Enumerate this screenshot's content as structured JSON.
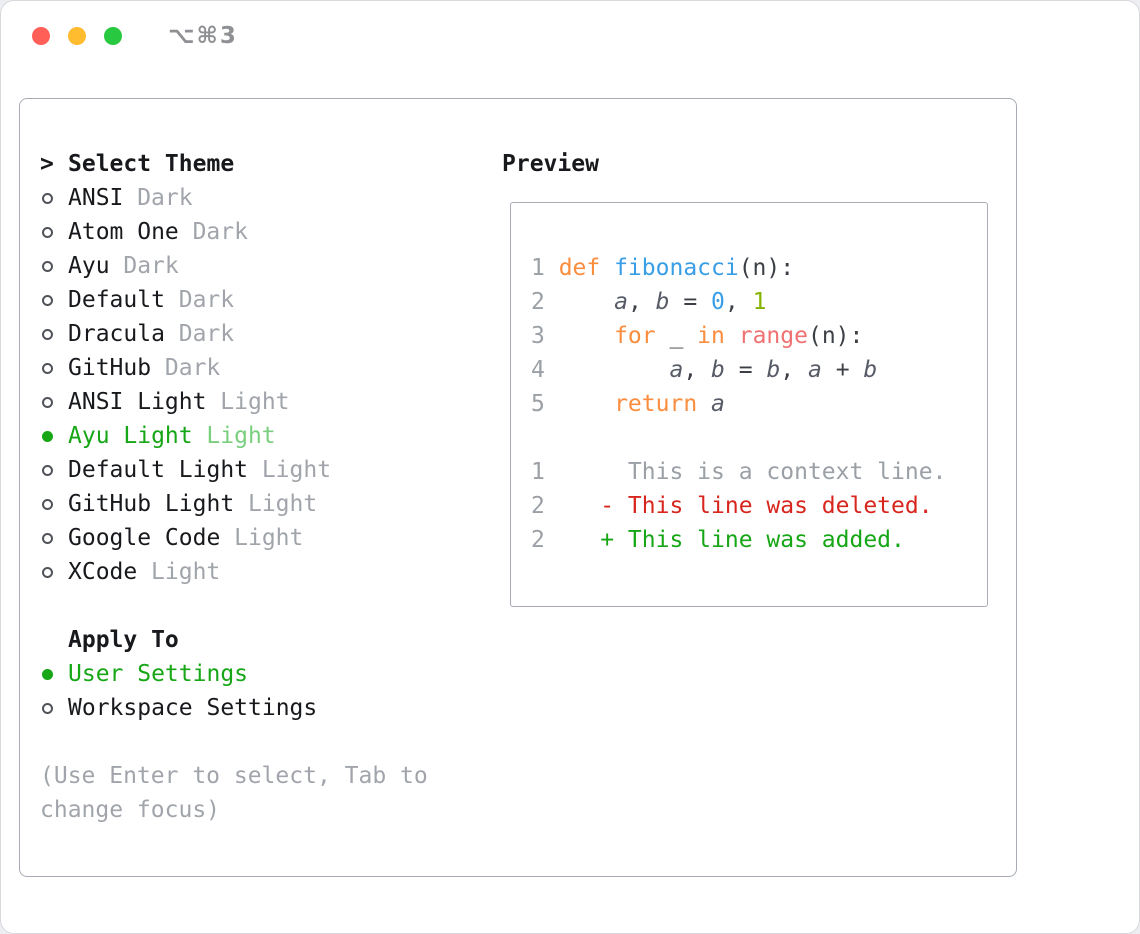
{
  "window": {
    "shortcut": "⌥⌘3"
  },
  "traffic_lights": [
    {
      "name": "close",
      "color": "#ff5f57"
    },
    {
      "name": "minimize",
      "color": "#febc2e"
    },
    {
      "name": "zoom",
      "color": "#28c840"
    }
  ],
  "theme_selector": {
    "prompt": ">",
    "title": "Select Theme",
    "items": [
      {
        "name": "ANSI",
        "variant": "Dark",
        "selected": false
      },
      {
        "name": "Atom One",
        "variant": "Dark",
        "selected": false
      },
      {
        "name": "Ayu",
        "variant": "Dark",
        "selected": false
      },
      {
        "name": "Default",
        "variant": "Dark",
        "selected": false
      },
      {
        "name": "Dracula",
        "variant": "Dark",
        "selected": false
      },
      {
        "name": "GitHub",
        "variant": "Dark",
        "selected": false
      },
      {
        "name": "ANSI Light",
        "variant": "Light",
        "selected": false
      },
      {
        "name": "Ayu Light",
        "variant": "Light",
        "selected": true
      },
      {
        "name": "Default Light",
        "variant": "Light",
        "selected": false
      },
      {
        "name": "GitHub Light",
        "variant": "Light",
        "selected": false
      },
      {
        "name": "Google Code",
        "variant": "Light",
        "selected": false
      },
      {
        "name": "XCode",
        "variant": "Light",
        "selected": false
      }
    ]
  },
  "apply_to": {
    "title": "Apply To",
    "options": [
      {
        "label": "User Settings",
        "selected": true
      },
      {
        "label": "Workspace Settings",
        "selected": false
      }
    ]
  },
  "hint": "(Use Enter to select, Tab to change focus)",
  "preview": {
    "title": "Preview",
    "code_lines": [
      {
        "num": "1",
        "tokens": [
          [
            "def ",
            "keyword"
          ],
          [
            "fibonacci",
            "function"
          ],
          [
            "(n):",
            "plain"
          ]
        ]
      },
      {
        "num": "2",
        "tokens": [
          [
            "    ",
            "plain"
          ],
          [
            "a",
            "variable"
          ],
          [
            ", ",
            "plain"
          ],
          [
            "b",
            "variable"
          ],
          [
            " = ",
            "plain"
          ],
          [
            "0",
            "number"
          ],
          [
            ", ",
            "plain"
          ],
          [
            "1",
            "number2"
          ]
        ]
      },
      {
        "num": "3",
        "tokens": [
          [
            "    ",
            "plain"
          ],
          [
            "for",
            "keyword"
          ],
          [
            " _ ",
            "plain"
          ],
          [
            "in",
            "keyword"
          ],
          [
            " ",
            "plain"
          ],
          [
            "range",
            "call"
          ],
          [
            "(n):",
            "plain"
          ]
        ]
      },
      {
        "num": "4",
        "tokens": [
          [
            "        ",
            "plain"
          ],
          [
            "a",
            "variable"
          ],
          [
            ", ",
            "plain"
          ],
          [
            "b",
            "variable"
          ],
          [
            " = ",
            "plain"
          ],
          [
            "b",
            "variable"
          ],
          [
            ", ",
            "plain"
          ],
          [
            "a",
            "variable"
          ],
          [
            " + ",
            "plain"
          ],
          [
            "b",
            "variable"
          ]
        ]
      },
      {
        "num": "5",
        "tokens": [
          [
            "    ",
            "plain"
          ],
          [
            "return",
            "keyword"
          ],
          [
            " ",
            "plain"
          ],
          [
            "a",
            "variable"
          ]
        ]
      }
    ],
    "diff_lines": [
      {
        "num": "1",
        "text": "     This is a context line.",
        "kind": "context"
      },
      {
        "num": "2",
        "text": "   - This line was deleted.",
        "kind": "deleted"
      },
      {
        "num": "2",
        "text": "   + This line was added.",
        "kind": "added"
      }
    ],
    "token_colors": {
      "keyword": "#fa8d3e",
      "function": "#399ee6",
      "call": "#f07171",
      "number": "#399ee6",
      "number2": "#86b300",
      "variable": "#565b66",
      "plain": "#3c4046"
    },
    "diff_colors": {
      "context": "#9aa0a6",
      "deleted": "#d7261e",
      "added": "#16a616"
    }
  },
  "colors": {
    "accent_green": "#16a616",
    "accent_green_muted": "#79cf7d",
    "text": "#17191c",
    "muted": "#a1a5ab",
    "line_number": "#9aa0a6"
  }
}
